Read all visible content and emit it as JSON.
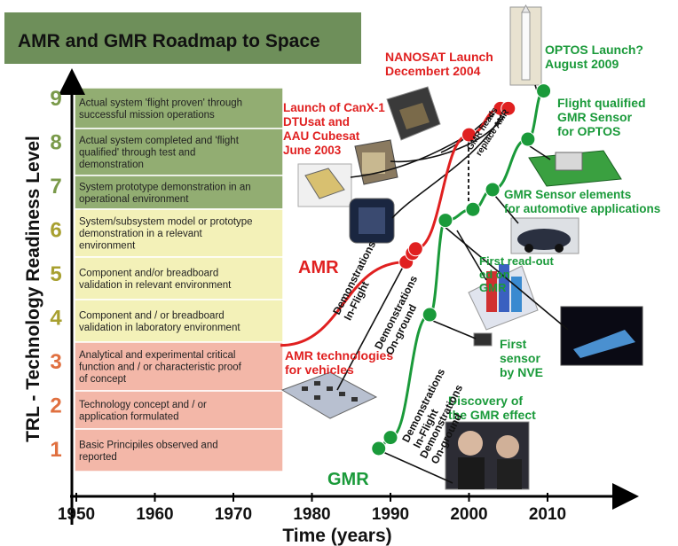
{
  "title": "AMR and GMR Roadmap to Space",
  "colors": {
    "amr": "#e02020",
    "gmr": "#1a9a3a",
    "title_box": "#6e8f5a",
    "band_green": "#92ad72",
    "band_yellow": "#f3f1b8",
    "band_pink": "#f3b7a8"
  },
  "axes": {
    "y_label": "TRL - Technology Readiness Level",
    "x_label": "Time (years)",
    "x_ticks": [
      "1950",
      "1960",
      "1970",
      "1980",
      "1990",
      "2000",
      "2010"
    ],
    "y_ticks": [
      "1",
      "2",
      "3",
      "4",
      "5",
      "6",
      "7",
      "8",
      "9"
    ]
  },
  "trl_levels": [
    {
      "level": "9",
      "lines": [
        "Actual system 'flight proven' through",
        "successful mission operations"
      ]
    },
    {
      "level": "8",
      "lines": [
        "Actual system completed and 'flight",
        "qualified' through test and",
        "demonstration"
      ]
    },
    {
      "level": "7",
      "lines": [
        "System prototype demonstration in an",
        "operational environment"
      ]
    },
    {
      "level": "6",
      "lines": [
        "System/subsystem model or prototype",
        "demonstration in a relevant",
        "environment"
      ]
    },
    {
      "level": "5",
      "lines": [
        "Component and/or breadboard",
        "validation in relevant environment"
      ]
    },
    {
      "level": "4",
      "lines": [
        "Component and / or breadboard",
        "validation in laboratory environment"
      ]
    },
    {
      "level": "3",
      "lines": [
        "Analytical and experimental critical",
        "function and / or characteristic proof",
        "of concept"
      ]
    },
    {
      "level": "2",
      "lines": [
        "Technology concept and / or",
        "application formulated"
      ]
    },
    {
      "level": "1",
      "lines": [
        "Basic Principiles observed and",
        "reported"
      ]
    }
  ],
  "curves": {
    "amr": {
      "name": "AMR",
      "points": [
        [
          1976,
          3.35
        ],
        [
          1992,
          5.25
        ],
        [
          1992.8,
          5.45
        ],
        [
          1993.2,
          5.55
        ],
        [
          2000,
          8.15
        ],
        [
          2004,
          8.75
        ],
        [
          2005,
          8.75
        ]
      ]
    },
    "gmr": {
      "name": "GMR",
      "points": [
        [
          1988.5,
          1
        ],
        [
          1990,
          1.25
        ],
        [
          1995,
          4.05
        ],
        [
          1997,
          6.2
        ],
        [
          2000.5,
          6.45
        ],
        [
          2003,
          6.9
        ],
        [
          2007.5,
          8.05
        ],
        [
          2009.5,
          9.15
        ]
      ]
    }
  },
  "labels": {
    "nanosat": [
      "NANOSAT Launch",
      "Decembert 2004"
    ],
    "optos": [
      "OPTOS Launch?",
      "August 2009"
    ],
    "canx": [
      "Launch of CanX-1",
      "DTUsat and",
      "AAU Cubesat",
      "June 2003"
    ],
    "flight_qualified": [
      "Flight qualified",
      "GMR Sensor",
      "for OPTOS"
    ],
    "gmr_heads": [
      "GMR heads",
      "replace AMR"
    ],
    "gmr_automotive": [
      "GMR Sensor elements",
      "for automotive applications"
    ],
    "first_readout": [
      "First read-out",
      "ed on",
      "GMR"
    ],
    "first_sensor": [
      "First",
      "sensor",
      "by NVE"
    ],
    "amr_vehicles": [
      "AMR technologies",
      "for vehicles"
    ],
    "discovery": [
      "Discovery of",
      "the GMR effect"
    ],
    "demo_amr_inflight": [
      "Demonstrations",
      "In-Flight"
    ],
    "demo_gmr_onground": [
      "Demonstrations",
      "On-ground"
    ],
    "demo_gmr_inflight": [
      "Demonstrations",
      "In-Flight"
    ],
    "demo_gmr_onground2": [
      "Demonstrations",
      "On-ground"
    ]
  }
}
